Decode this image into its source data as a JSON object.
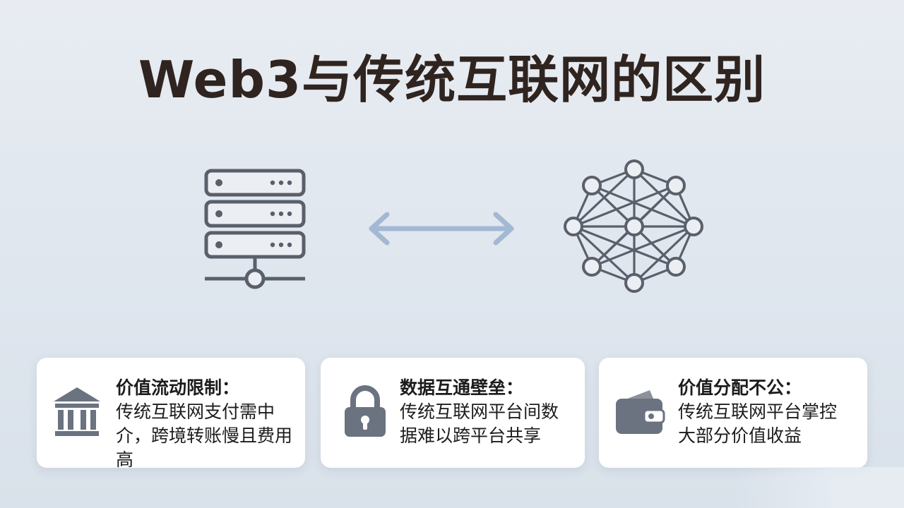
{
  "title": "Web3与传统互联网的区别",
  "colors": {
    "title": "#2f241f",
    "icon_stroke": "#59606b",
    "icon_fill_light": "#ebeef2",
    "card_icon": "#6b7280",
    "arrow": "#a3b8d4"
  },
  "diagram": {
    "left_icon": "server-icon",
    "middle_icon": "bidirectional-arrow-icon",
    "right_icon": "decentralized-network-icon"
  },
  "cards": [
    {
      "icon": "bank-icon",
      "heading": "价值流动限制：",
      "body": "传统互联网支付需中\n介，跨境转账慢且费用高"
    },
    {
      "icon": "lock-icon",
      "heading": "数据互通壁垒：",
      "body": "传统互联网平台间数\n据难以跨平台共享"
    },
    {
      "icon": "wallet-icon",
      "heading": "价值分配不公：",
      "body": "传统互联网平台掌控\n大部分价值收益"
    }
  ]
}
